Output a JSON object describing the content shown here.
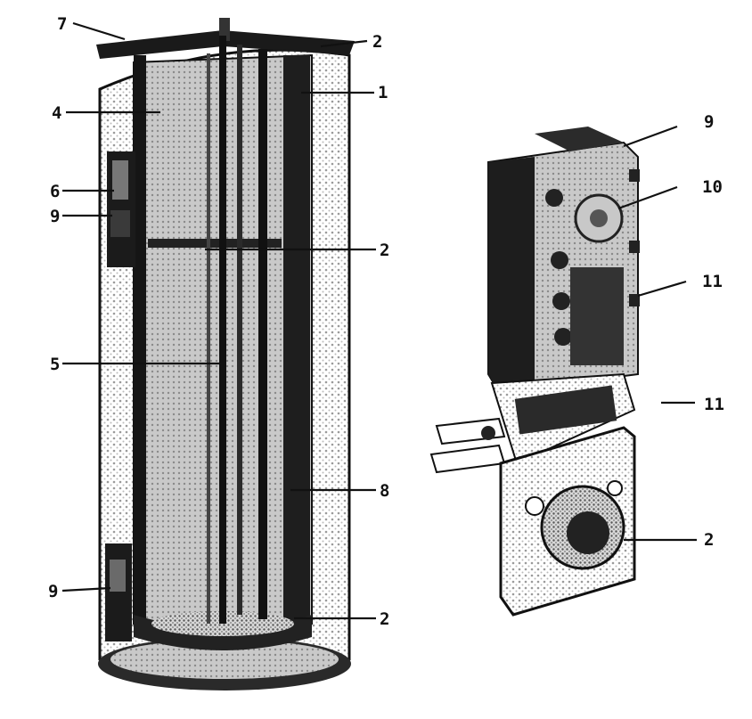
{
  "diagram": {
    "heater_labels": {
      "l7": "7",
      "l2_top": "2",
      "l1": "1",
      "l4": "4",
      "l6": "6",
      "l9_upper": "9",
      "l2_mid": "2",
      "l5": "5",
      "l8": "8",
      "l9_lower": "9",
      "l2_bottom": "2"
    },
    "thermostat_labels": {
      "l9": "9",
      "l10": "10",
      "l11_upper": "11",
      "l11": "11",
      "l2": "2"
    }
  }
}
